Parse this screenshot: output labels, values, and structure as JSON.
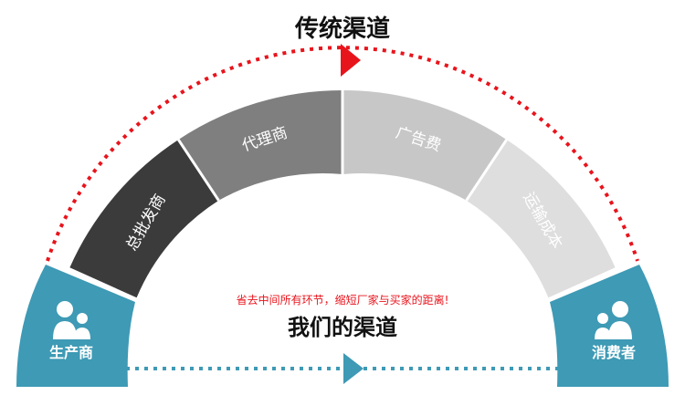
{
  "title_traditional": "传统渠道",
  "title_ours": "我们的渠道",
  "tagline": "省去中间所有环节，缩短厂家与买家的距离!",
  "producer": {
    "label": "生产商",
    "icon": "people-icon"
  },
  "consumer": {
    "label": "消费者",
    "icon": "people-icon"
  },
  "segments": [
    {
      "label": "总批发商",
      "color": "#3b3b3b",
      "text_color": "#ffffff"
    },
    {
      "label": "代理商",
      "color": "#7f7f7f",
      "text_color": "#ffffff"
    },
    {
      "label": "广告费",
      "color": "#c7c7c7",
      "text_color": "#ffffff"
    },
    {
      "label": "运输成本",
      "color": "#dedede",
      "text_color": "#ffffff"
    }
  ],
  "colors": {
    "teal": "#3e9ab5",
    "red": "#e8141c",
    "arrow_teal": "#3e9ab5"
  }
}
